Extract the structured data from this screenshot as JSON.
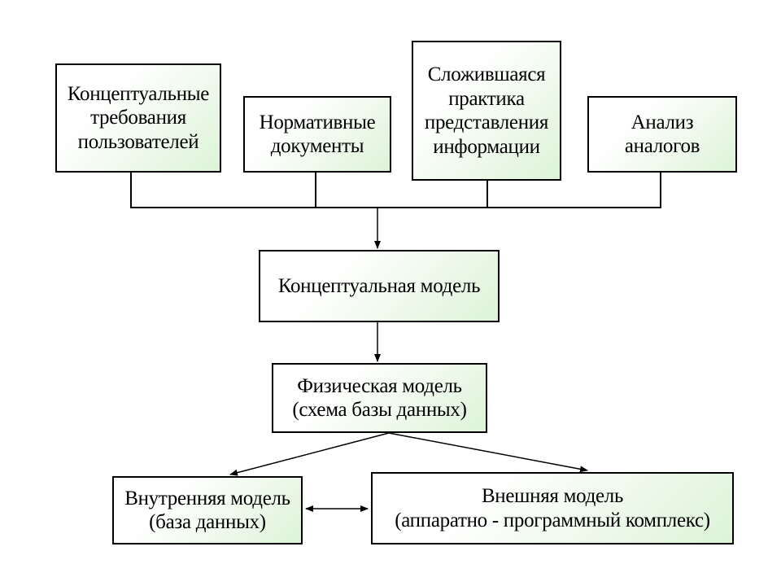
{
  "sources": [
    {
      "id": "user-requirements",
      "lines": [
        "Концептуальные",
        "требования",
        "пользователей"
      ]
    },
    {
      "id": "normative-docs",
      "lines": [
        "Нормативные",
        "документы"
      ]
    },
    {
      "id": "established-practice",
      "lines": [
        "Сложившаяся",
        "практика",
        "представления",
        "информации"
      ]
    },
    {
      "id": "analogs-analysis",
      "lines": [
        "Анализ",
        "аналогов"
      ]
    }
  ],
  "conceptual_model": {
    "lines": [
      "Концептуальная модель"
    ]
  },
  "physical_model": {
    "lines": [
      "Физическая модель",
      "(схема базы данных)"
    ]
  },
  "internal_model": {
    "lines": [
      "Внутренняя модель",
      "(база данных)"
    ]
  },
  "external_model": {
    "lines": [
      "Внешняя модель",
      "(аппаратно - программный комплекс)"
    ]
  },
  "colors": {
    "box_fill_light": "#ffffff",
    "box_fill_green": "#ddf3d8",
    "stroke": "#000000"
  }
}
